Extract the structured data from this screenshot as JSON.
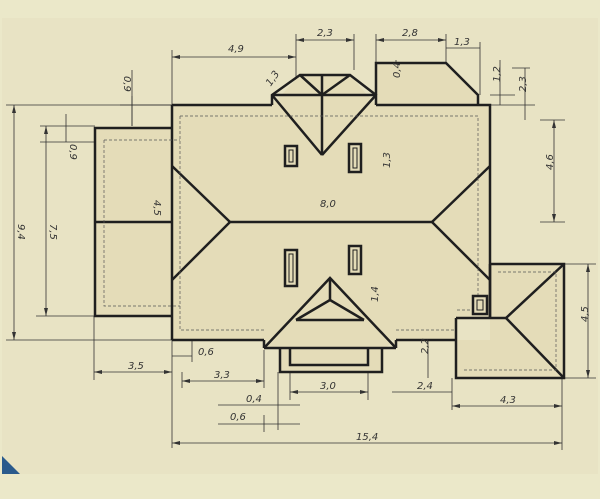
{
  "drawing": {
    "type": "roof plan",
    "colors": {
      "background": "#ebe8c9",
      "panel": "#e8e3c4",
      "roof": "#e4dcb8",
      "line": "#1f1f1f",
      "corner_accent": "#2a5a8c"
    },
    "dimensions": {
      "d_4_9": "4,9",
      "d_2_3_top": "2,3",
      "d_2_8": "2,8",
      "d_1_3_top": "1,3",
      "d_1_3_slant": "1,3",
      "d_0_9_top": "0,9",
      "d_0_4_top": "0,4",
      "d_1_2": "1,2",
      "d_2_3_right": "2,3",
      "d_4_6": "4,6",
      "d_0_9_left": "0,9",
      "d_4_5_left": "4,5",
      "d_7_5": "7,5",
      "d_9_4": "9,4",
      "d_8_0": "8,0",
      "d_1_3_mid": "1,3",
      "d_1_4": "1,4",
      "d_2_2": "2,2",
      "d_4_5_right": "4,5",
      "d_0_6_a": "0,6",
      "d_3_5": "3,5",
      "d_3_3": "3,3",
      "d_3_0": "3,0",
      "d_2_4": "2,4",
      "d_0_4_bottom": "0,4",
      "d_0_6_b": "0,6",
      "d_4_3": "4,3",
      "d_15_4": "15,4"
    }
  }
}
